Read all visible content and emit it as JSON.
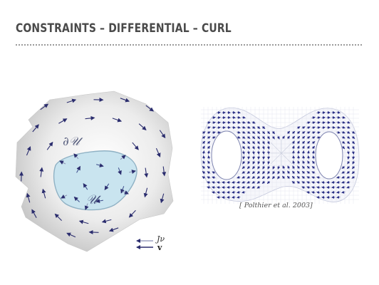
{
  "slide": {
    "title": "CONSTRAINTS – DIFFERENTIAL – CURL"
  },
  "left_figure": {
    "region_label": "∂𝒰",
    "domain_label": "𝒰",
    "legend": {
      "jnu_label": "Jν",
      "v_label": "v"
    },
    "colors": {
      "arrow": "#2b2d6e",
      "domain_fill": "#c9e4ef",
      "boundary": "#8fb1c4"
    }
  },
  "right_figure": {
    "caption": "[ Polthier et al. 2003]",
    "colors": {
      "mesh": "#b9bfd6",
      "vectors": "#2a2f86"
    }
  }
}
